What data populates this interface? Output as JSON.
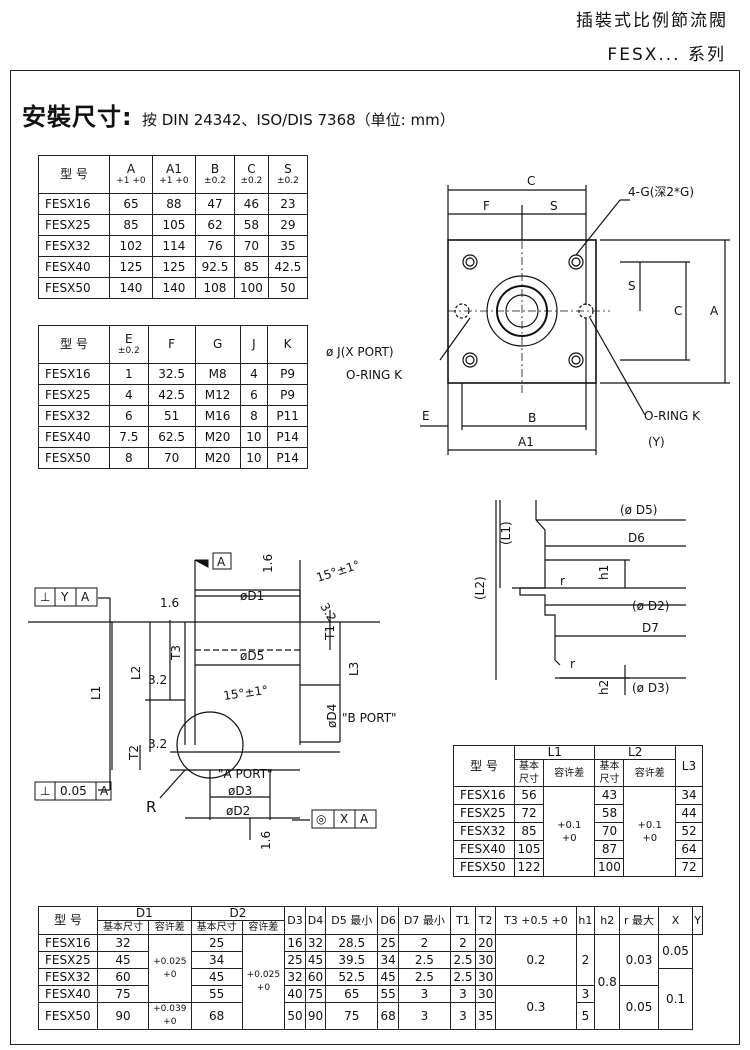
{
  "header": {
    "product": "插裝式比例節流閥",
    "series": "FESX... 系列"
  },
  "title": {
    "main": "安裝尺寸:",
    "sub": "按 DIN 24342、ISO/DIS 7368（单位: mm）"
  },
  "table1": {
    "model_label": "型 号",
    "cols": [
      {
        "n": "A",
        "t": "+1\n+0"
      },
      {
        "n": "A1",
        "t": "+1\n+0"
      },
      {
        "n": "B",
        "t": "±0.2"
      },
      {
        "n": "C",
        "t": "±0.2"
      },
      {
        "n": "S",
        "t": "±0.2"
      }
    ],
    "rows": [
      [
        "FESX16",
        "65",
        "88",
        "47",
        "46",
        "23"
      ],
      [
        "FESX25",
        "85",
        "105",
        "62",
        "58",
        "29"
      ],
      [
        "FESX32",
        "102",
        "114",
        "76",
        "70",
        "35"
      ],
      [
        "FESX40",
        "125",
        "125",
        "92.5",
        "85",
        "42.5"
      ],
      [
        "FESX50",
        "140",
        "140",
        "108",
        "100",
        "50"
      ]
    ]
  },
  "table2": {
    "model_label": "型 号",
    "cols": [
      {
        "n": "E",
        "t": "±0.2"
      },
      {
        "n": "F",
        "t": ""
      },
      {
        "n": "G",
        "t": ""
      },
      {
        "n": "J",
        "t": ""
      },
      {
        "n": "K",
        "t": ""
      }
    ],
    "rows": [
      [
        "FESX16",
        "1",
        "32.5",
        "M8",
        "4",
        "P9"
      ],
      [
        "FESX25",
        "4",
        "42.5",
        "M12",
        "6",
        "P9"
      ],
      [
        "FESX32",
        "6",
        "51",
        "M16",
        "8",
        "P11"
      ],
      [
        "FESX40",
        "7.5",
        "62.5",
        "M20",
        "10",
        "P14"
      ],
      [
        "FESX50",
        "8",
        "70",
        "M20",
        "10",
        "P14"
      ]
    ]
  },
  "table3": {
    "model_label": "型 号",
    "L1": "L1",
    "L2": "L2",
    "L3": "L3",
    "base": "基本尺寸",
    "tol": "容许差",
    "rows": [
      [
        "FESX16",
        "56",
        "43",
        "34"
      ],
      [
        "FESX25",
        "72",
        "58",
        "44"
      ],
      [
        "FESX32",
        "85",
        "70",
        "52"
      ],
      [
        "FESX40",
        "105",
        "87",
        "64"
      ],
      [
        "FESX50",
        "122",
        "100",
        "72"
      ]
    ],
    "tol_val": "+0.1\n+0"
  },
  "table4": {
    "model_label": "型 号",
    "D1": "D1",
    "D2": "D2",
    "base": "基本尺寸",
    "tol": "容许差",
    "heads": [
      "D3",
      "D4",
      "D5 最小",
      "D6",
      "D7 最小",
      "T1",
      "T2",
      "T3 +0.5 +0",
      "h1",
      "h2",
      "r 最大",
      "X",
      "Y"
    ],
    "rows": [
      [
        "FESX16",
        "32",
        "25",
        "16",
        "32",
        "28.5",
        "25",
        "2",
        "2",
        "20"
      ],
      [
        "FESX25",
        "45",
        "34",
        "25",
        "45",
        "39.5",
        "34",
        "2.5",
        "2.5",
        "30"
      ],
      [
        "FESX32",
        "60",
        "45",
        "32",
        "60",
        "52.5",
        "45",
        "2.5",
        "2.5",
        "30"
      ],
      [
        "FESX40",
        "75",
        "55",
        "40",
        "75",
        "65",
        "55",
        "3",
        "3",
        "30"
      ],
      [
        "FESX50",
        "90",
        "68",
        "50",
        "90",
        "75",
        "68",
        "3",
        "3",
        "35"
      ]
    ],
    "d1_tol_a": "+0.025\n+0",
    "d1_tol_b": "+0.039\n+0",
    "d2_tol": "+0.025\n+0",
    "h1_a": "0.2",
    "h1_b": "0.3",
    "h2_a": "2",
    "h2_b3": "3",
    "h2_b5": "5",
    "r_val": "0.8",
    "x_a": "0.03",
    "x_b": "0.05",
    "y_a": "0.05",
    "y_b": "0.1"
  },
  "drawing_top": {
    "C": "C",
    "F": "F",
    "S": "S",
    "G": "4-G(深2*G)",
    "A": "A",
    "S2": "S",
    "C2": "C",
    "J": "ø J(X PORT)",
    "oring1": "O-RING K",
    "E": "E",
    "B": "B",
    "A1": "A1",
    "oring2": "O-RING K",
    "Y": "(Y)"
  },
  "drawing_right": {
    "D5": "(ø D5)",
    "D6": "D6",
    "L1": "(L1)",
    "L2": "(L2)",
    "h1": "h1",
    "r": "r",
    "D2": "(ø D2)",
    "D7": "D7",
    "r2": "r",
    "h2": "h2",
    "D3": "(ø D3)"
  },
  "drawing_section": {
    "box1a": "⊥",
    "box1b": "Y",
    "box1c": "A",
    "A": "A",
    "D1": "øD1",
    "ang1": "15°±1°",
    "r32": "3.2",
    "r16": "1.6",
    "L1": "L1",
    "L2": "L2",
    "T3": "T3",
    "T1": "T1",
    "L3": "L3",
    "D5": "øD5",
    "r32b": "3.2",
    "r32c": "3.2",
    "ang2": "15°±1°",
    "D4": "øD4",
    "bport": "\"B PORT\"",
    "T2": "T2",
    "aport": "\"A PORT\"",
    "D3": "øD3",
    "D2": "øD2",
    "box2a": "⊥",
    "box2b": "0.05",
    "box2c": "A",
    "R": "R",
    "box3a": "◎",
    "box3b": "X",
    "box3c": "A",
    "r16b": "1.6"
  }
}
